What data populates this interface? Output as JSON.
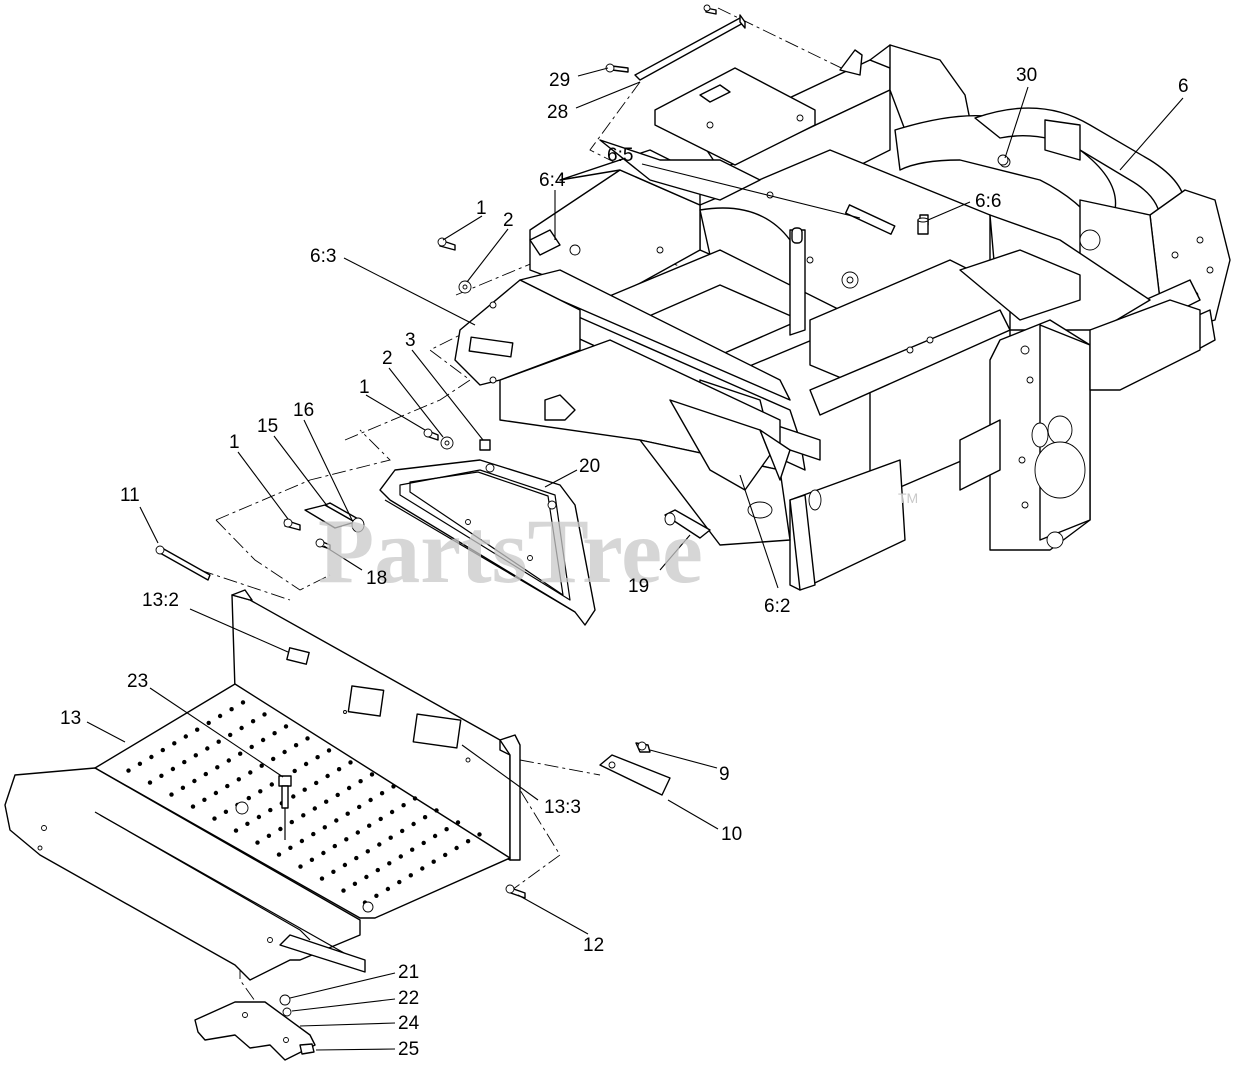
{
  "watermark": {
    "text": "PartsTree",
    "trademark": "TM"
  },
  "callouts": [
    {
      "id": "c1",
      "label": "29"
    },
    {
      "id": "c2",
      "label": "28"
    },
    {
      "id": "c3",
      "label": "30"
    },
    {
      "id": "c4",
      "label": "6"
    },
    {
      "id": "c5",
      "label": "6:5"
    },
    {
      "id": "c6",
      "label": "6:4"
    },
    {
      "id": "c7",
      "label": "6:6"
    },
    {
      "id": "c8",
      "label": "1"
    },
    {
      "id": "c9",
      "label": "2"
    },
    {
      "id": "c10",
      "label": "6:3"
    },
    {
      "id": "c11",
      "label": "3"
    },
    {
      "id": "c12",
      "label": "2"
    },
    {
      "id": "c13",
      "label": "1"
    },
    {
      "id": "c14",
      "label": "16"
    },
    {
      "id": "c15",
      "label": "15"
    },
    {
      "id": "c16",
      "label": "1"
    },
    {
      "id": "c17",
      "label": "20"
    },
    {
      "id": "c18",
      "label": "11"
    },
    {
      "id": "c19",
      "label": "18"
    },
    {
      "id": "c20",
      "label": "19"
    },
    {
      "id": "c21",
      "label": "6:2"
    },
    {
      "id": "c22",
      "label": "13:2"
    },
    {
      "id": "c23",
      "label": "23"
    },
    {
      "id": "c24",
      "label": "13"
    },
    {
      "id": "c25",
      "label": "9"
    },
    {
      "id": "c26",
      "label": "13:3"
    },
    {
      "id": "c27",
      "label": "10"
    },
    {
      "id": "c28",
      "label": "12"
    },
    {
      "id": "c29",
      "label": "21"
    },
    {
      "id": "c30",
      "label": "22"
    },
    {
      "id": "c31",
      "label": "24"
    },
    {
      "id": "c32",
      "label": "25"
    }
  ]
}
